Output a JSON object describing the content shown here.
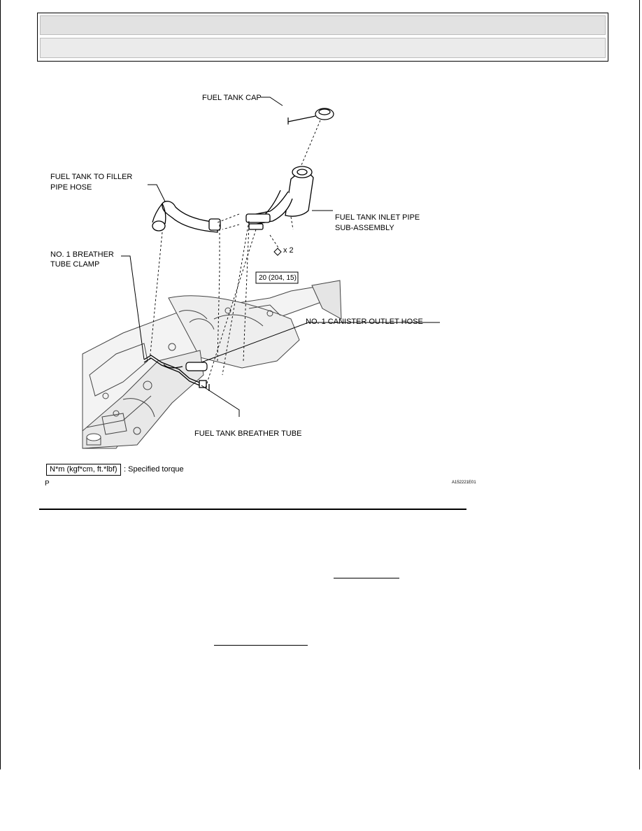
{
  "header": {
    "row1_text": "",
    "row2_text": ""
  },
  "figure": {
    "labels": {
      "fuel_tank_cap": "FUEL TANK CAP",
      "filler_hose_line1": "FUEL TANK TO FILLER",
      "filler_hose_line2": "PIPE HOSE",
      "inlet_pipe_line1": "FUEL TANK INLET PIPE",
      "inlet_pipe_line2": "SUB-ASSEMBLY",
      "breather_clamp_line1": "NO. 1 BREATHER",
      "breather_clamp_line2": "TUBE CLAMP",
      "bolt_count": "x 2",
      "torque_value": "20 (204, 15)",
      "canister_hose": "NO. 1 CANISTER OUTLET HOSE",
      "breather_tube": "FUEL TANK BREATHER TUBE"
    },
    "legend": {
      "unit_box": "N*m (kgf*cm, ft.*lbf)",
      "unit_text": ": Specified torque"
    },
    "corner_left": "P",
    "figure_code": "A152221E01"
  },
  "colors": {
    "header_bg": "#e2e2e2",
    "line": "#000000"
  }
}
